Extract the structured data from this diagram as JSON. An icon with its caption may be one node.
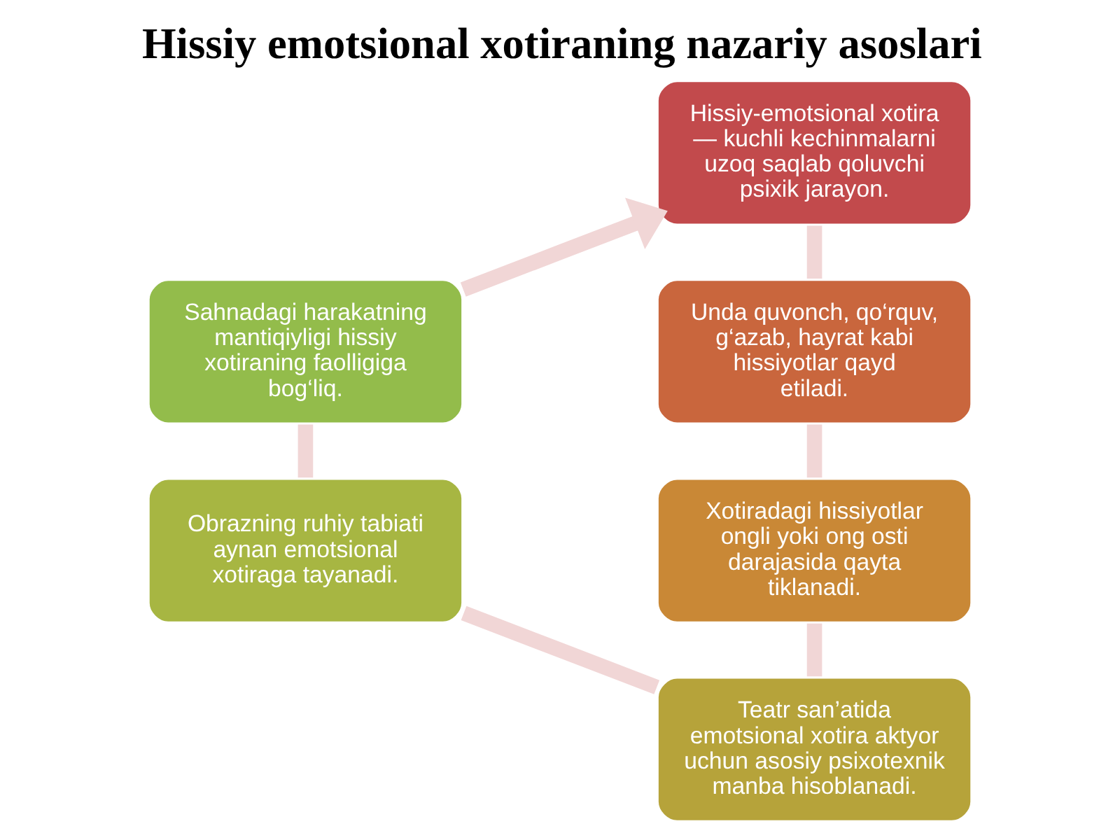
{
  "diagram": {
    "title": "Hissiy emotsional xotiraning nazariy asoslari",
    "nodes": [
      {
        "text": [
          "Hissiy-emotsional xotira — kuchli kechinmalarni uzoq saqlab qoluvchi psixik jarayon."
        ]
      },
      {
        "text": [
          "Unda quvonch, qo‘rquv, g‘azab, hayrat kabi hissiyotlar qayd etiladi."
        ]
      },
      {
        "text": [
          "Xotiradagi hissiyotlar ongli yoki ong osti darajasida qayta tiklanadi."
        ]
      },
      {
        "text": [
          "Teatr san’atida emotsional xotira aktyor uchun asosiy psixotexnik manba hisoblanadi."
        ]
      },
      {
        "text": [
          "Obrazning ruhiy tabiati aynan emotsional xotiraga tayanadi."
        ]
      },
      {
        "text": [
          "Sahnadagi harakatning mantiqiyligi hissiy xotiraning faolligiga bog‘liq."
        ]
      }
    ],
    "edges": [
      {
        "from": 0,
        "to": 1,
        "arrow": "none"
      },
      {
        "from": 1,
        "to": 2,
        "arrow": "none"
      },
      {
        "from": 2,
        "to": 3,
        "arrow": "none"
      },
      {
        "from": 3,
        "to": 4,
        "arrow": "none"
      },
      {
        "from": 4,
        "to": 5,
        "arrow": "none"
      },
      {
        "from": 5,
        "to": 0,
        "arrow": "to"
      }
    ]
  }
}
